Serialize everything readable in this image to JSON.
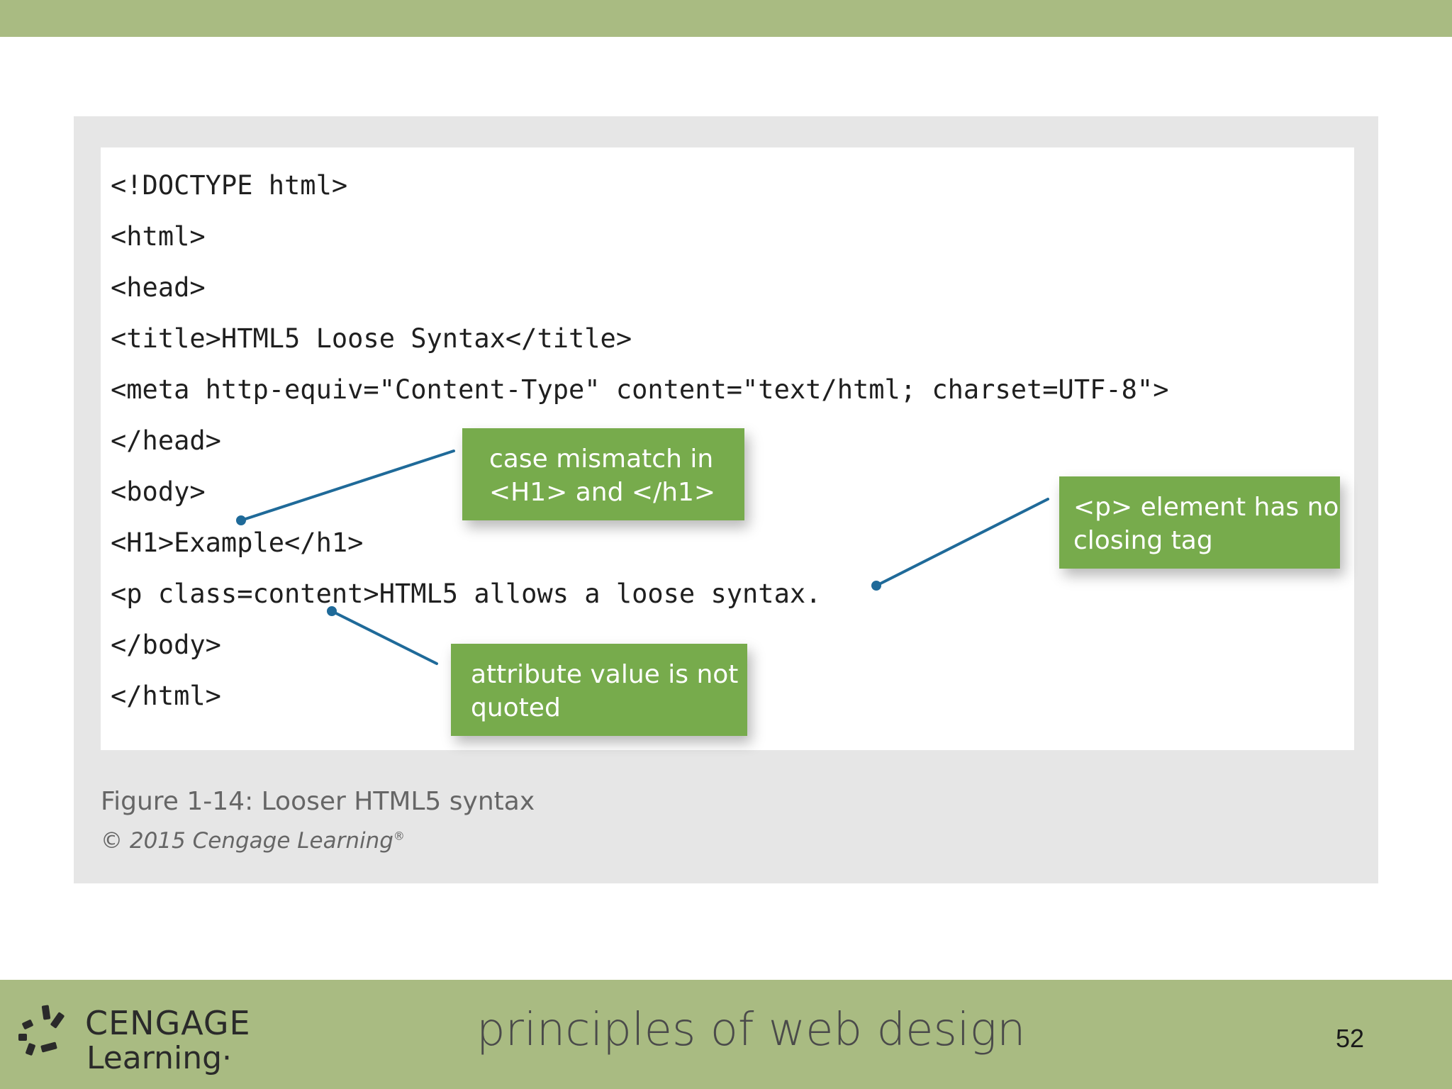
{
  "slide": {
    "page_number": "52",
    "footer_title": "principles of web design",
    "logo": {
      "brand": "CENGAGE",
      "sub": "Learning",
      "sub_mark": "·"
    },
    "colors": {
      "bar": "#a9bb82",
      "callout": "#77ab4c",
      "leader": "#1f6a99"
    }
  },
  "figure": {
    "code_lines": [
      "<!DOCTYPE html>",
      "<html>",
      "<head>",
      "<title>HTML5 Loose Syntax</title>",
      "<meta http-equiv=\"Content-Type\" content=\"text/html; charset=UTF-8\">",
      "</head>",
      "<body>",
      "<H1>Example</h1>",
      "<p class=content>HTML5 allows a loose syntax.",
      "</body>",
      "</html>"
    ],
    "callouts": {
      "case_mismatch": [
        "case mismatch in",
        "<H1> and </h1>"
      ],
      "no_closing_tag": [
        "<p> element has no",
        "closing tag"
      ],
      "unquoted_attribute": [
        "attribute value is not",
        "quoted"
      ]
    },
    "caption": "Figure 1-14: Looser HTML5 syntax",
    "copyright": "© 2015 Cengage Learning",
    "copyright_mark": "®"
  }
}
